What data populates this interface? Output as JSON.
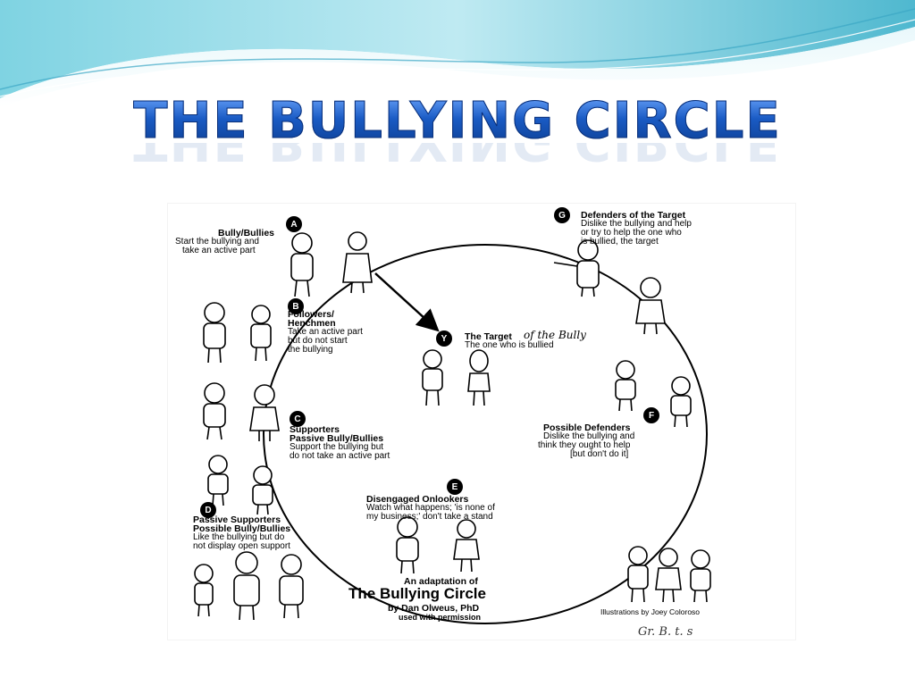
{
  "slide": {
    "title": "THE BULLYING CIRCLE",
    "accent_colors": [
      "#1a5fb4",
      "#5fc7d8",
      "#a8e3ec"
    ]
  },
  "diagram": {
    "roles": [
      {
        "badge": "A",
        "heading": "Bully/Bullies",
        "lines": [
          "Start the bullying and",
          "take an active part"
        ]
      },
      {
        "badge": "B",
        "heading_lines": [
          "Followers/",
          "Henchmen"
        ],
        "lines": [
          "Take an active part",
          "but do not start",
          "the bullying"
        ]
      },
      {
        "badge": "C",
        "heading_lines": [
          "Supporters",
          "Passive Bully/Bullies"
        ],
        "lines": [
          "Support the bullying but",
          "do not take an active part"
        ]
      },
      {
        "badge": "D",
        "heading_lines": [
          "Passive Supporters",
          "Possible Bully/Bullies"
        ],
        "lines": [
          "Like the bullying but do",
          "not display open support"
        ]
      },
      {
        "badge": "E",
        "heading": "Disengaged Onlookers",
        "lines": [
          "Watch what happens; 'is none of",
          "my business;' don't take a stand"
        ]
      },
      {
        "badge": "F",
        "heading": "Possible Defenders",
        "lines": [
          "Dislike the bullying and",
          "think they ought to help",
          "[but don't do it]"
        ]
      },
      {
        "badge": "G",
        "heading": "Defenders of the Target",
        "lines": [
          "Dislike the bullying and help",
          "or try to help the one who",
          "is bullied, the target"
        ]
      },
      {
        "badge": "Y",
        "heading": "The Target",
        "handwritten": "of the Bully",
        "lines": [
          "The one who is bullied"
        ]
      }
    ],
    "adaptation": {
      "line1": "An adaptation of",
      "line2": "The Bullying Circle",
      "line3": "by Dan Olweus, PhD",
      "line4": "used with permission"
    },
    "illustrations_credit": "Illustrations by Joey Coloroso",
    "signature": "Gr. B. t. s"
  }
}
